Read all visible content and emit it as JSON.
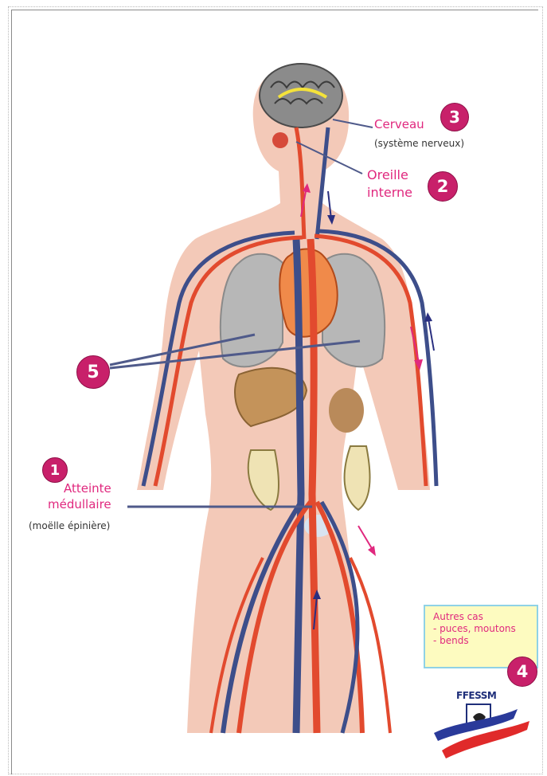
{
  "labels": {
    "brain": {
      "number": "3",
      "title": "Cerveau",
      "subtitle": "(système nerveux)"
    },
    "inner_ear": {
      "number": "2",
      "line1": "Oreille",
      "line2": "interne"
    },
    "lungs": {
      "number": "5"
    },
    "spinal": {
      "number": "1",
      "line1": "Atteinte",
      "line2": "médullaire",
      "subtitle": "(moëlle épinière)"
    },
    "other": {
      "number": "4",
      "lines": [
        "Autres cas",
        "- puces, moutons",
        "- bends"
      ]
    }
  },
  "logo": {
    "text": "FFESSM"
  },
  "colors": {
    "accent": "#e0287e",
    "badge": "#c8206a",
    "artery": "#e24a2e",
    "vein": "#3d4e8a",
    "skin": "#f3c9b8",
    "note_bg": "#fdfbc0",
    "note_border": "#8fd2e6"
  }
}
